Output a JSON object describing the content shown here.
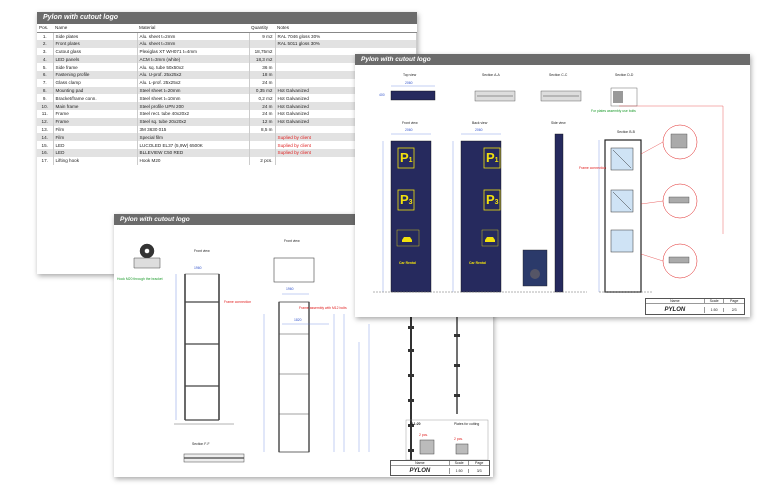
{
  "parts_sheet": {
    "title": "Pylon with cutout logo",
    "headers": [
      "Pos.",
      "Name",
      "Material",
      "Quantity",
      "Notes"
    ],
    "rows": [
      {
        "pos": "1.",
        "name": "Side plates",
        "material": "Alu. sheet t=2mm",
        "qty": "9 m2",
        "notes": "RAL 7046 gloss 30%",
        "red": false
      },
      {
        "pos": "2.",
        "name": "Front plates",
        "material": "Alu. sheet t=3mm",
        "qty": "",
        "notes": "RAL 5011 gloss 30%",
        "red": false
      },
      {
        "pos": "3.",
        "name": "Cutout glass",
        "material": "Plexiglas XT WH071 t=4mm",
        "qty": "18,75m2",
        "notes": "",
        "red": false
      },
      {
        "pos": "4.",
        "name": "LED panels",
        "material": "ACM t=3mm (white)",
        "qty": "18,3 m2",
        "notes": "",
        "red": false
      },
      {
        "pos": "5.",
        "name": "Side frame",
        "material": "Alu. sq. tube 50x50x2",
        "qty": "36 m",
        "notes": "",
        "red": false
      },
      {
        "pos": "6.",
        "name": "Fastening profile",
        "material": "Alu. U-prof. 25x25x2",
        "qty": "18 m",
        "notes": "",
        "red": false
      },
      {
        "pos": "7.",
        "name": "Glass clamp",
        "material": "Alu. L-prof. 25x25x2",
        "qty": "24 m",
        "notes": "",
        "red": false
      },
      {
        "pos": "8.",
        "name": "Mounting pad",
        "material": "Steel sheet t=20mm",
        "qty": "0,35 m2",
        "notes": "Hot Galvanized",
        "red": false
      },
      {
        "pos": "9.",
        "name": "Bracket/frame conn.",
        "material": "Steel sheet t=10mm",
        "qty": "0,2 m2",
        "notes": "Hot Galvanized",
        "red": false
      },
      {
        "pos": "10.",
        "name": "Main frame",
        "material": "Steel profile UPN 200",
        "qty": "24 m",
        "notes": "Hot Galvanized",
        "red": false
      },
      {
        "pos": "11.",
        "name": "Frame",
        "material": "Steel rect. tube 40x20x2",
        "qty": "24 m",
        "notes": "Hot Galvanized",
        "red": false
      },
      {
        "pos": "12.",
        "name": "Frame",
        "material": "Steel sq. tube 20x20x2",
        "qty": "12 m",
        "notes": "Hot Galvanized",
        "red": false
      },
      {
        "pos": "13.",
        "name": "Film",
        "material": "3M 3630 015",
        "qty": "8,5 m",
        "notes": "",
        "red": false
      },
      {
        "pos": "14.",
        "name": "Film",
        "material": "Special film",
        "qty": "",
        "notes": "Suplied by client",
        "red": true
      },
      {
        "pos": "15.",
        "name": "LED",
        "material": "LUCOLED EL37 (5,9W) 6500K",
        "qty": "",
        "notes": "Suplied by client",
        "red": true
      },
      {
        "pos": "16.",
        "name": "LED",
        "material": "BLLEVIEW C50 RED",
        "qty": "",
        "notes": "Suplied by client",
        "red": true
      },
      {
        "pos": "17.",
        "name": "Lifting hook",
        "material": "Hook M20",
        "qty": "2 pcs.",
        "notes": "",
        "red": false
      }
    ]
  },
  "pylon_sheet": {
    "title": "Pylon with cutout logo",
    "views": {
      "top": "Top view",
      "section_aa": "Section A-A",
      "section_cc": "Section C-C",
      "section_dd": "Section D-D",
      "front": "Front view",
      "back": "Back view",
      "side": "Side view",
      "section_bb": "Section B-B"
    },
    "sign_p1": "P",
    "sign_p1_sub": "1",
    "sign_p3": "P",
    "sign_p3_sub": "3",
    "car_rental": "Car Rental",
    "notes": {
      "plates": "For plates assembly use bolts",
      "frame_conn": "Frame connection"
    },
    "dims": {
      "width": "2060",
      "top_depth": "400"
    },
    "title_block": {
      "name_label": "Name",
      "scale_label": "Scale",
      "page_label": "Page",
      "name": "PYLON",
      "scale": "1:50",
      "page": "2/3"
    }
  },
  "frame_sheet": {
    "title": "Pylon with cutout logo",
    "views": {
      "front": "Front view",
      "front2": "Front view",
      "section_ff": "Section F-F"
    },
    "notes": {
      "frame_conn": "Frame connection",
      "frame_assembly": "Frame assembly with M12 bolts",
      "lift": "Hook M20 through the bracket",
      "plates_cutting": "Plates for cutting"
    },
    "dims": {
      "w1": "1960",
      "w2": "1960",
      "w3": "1820"
    },
    "plates_scale": "M 1:20",
    "plates": {
      "a": "2 pcs.",
      "b": "2 pcs."
    },
    "title_block": {
      "name_label": "Name",
      "scale_label": "Scale",
      "page_label": "Page",
      "name": "PYLON",
      "scale": "1:50",
      "page": "3/3"
    }
  },
  "colors": {
    "sign_blue": "#262a5e",
    "sign_yellow": "#f1e10e",
    "note_red": "#e02020",
    "note_green": "#1a9a2a",
    "header_gray": "#6b6b6b"
  }
}
